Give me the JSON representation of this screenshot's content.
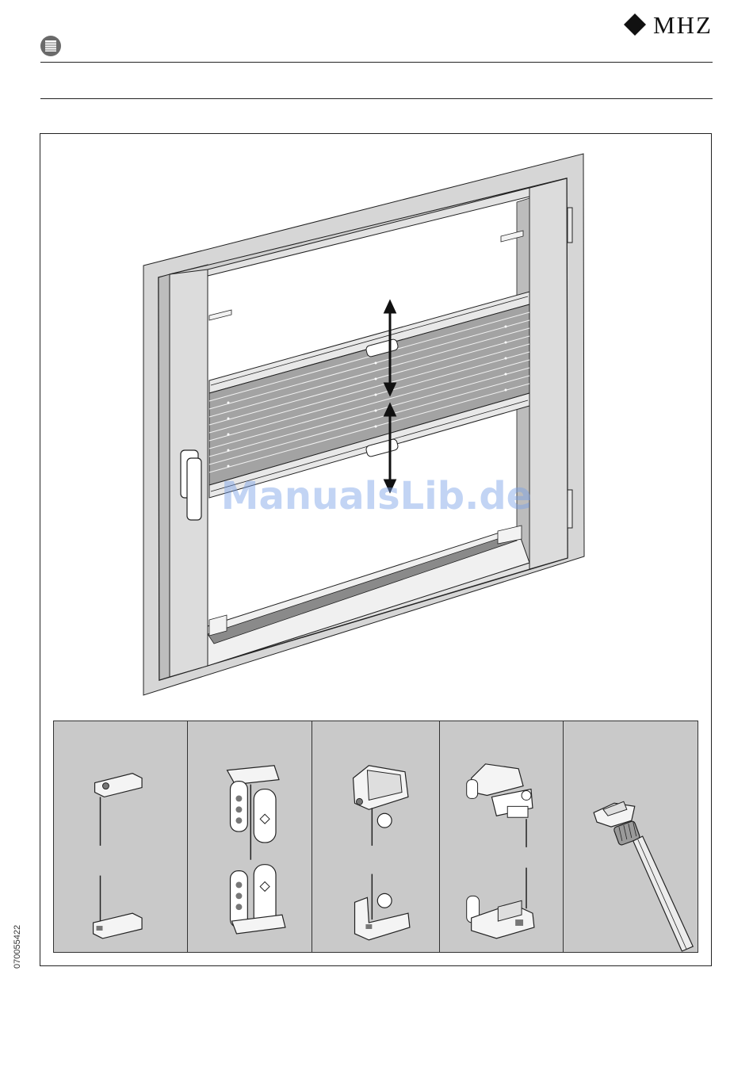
{
  "brand": {
    "name": "MHZ"
  },
  "document_number": "070055422",
  "watermark": "ManualsLib.de",
  "icons": {
    "brand_mark": "diamond-icon",
    "section_icon": "pleated-blind-icon",
    "arrows": "double-arrow-icon"
  },
  "parts_panel": {
    "items": [
      {
        "name": "clamp-bracket-simple"
      },
      {
        "name": "bracket-with-hole-plate"
      },
      {
        "name": "cover-bracket-with-cap"
      },
      {
        "name": "angle-clamp-bracket"
      },
      {
        "name": "operating-rod"
      }
    ]
  },
  "colors": {
    "panel_gray": "#c9c9c9",
    "frame_gray": "#d2d2d2",
    "shade_gray": "#a3a3a3",
    "line": "#222222"
  }
}
